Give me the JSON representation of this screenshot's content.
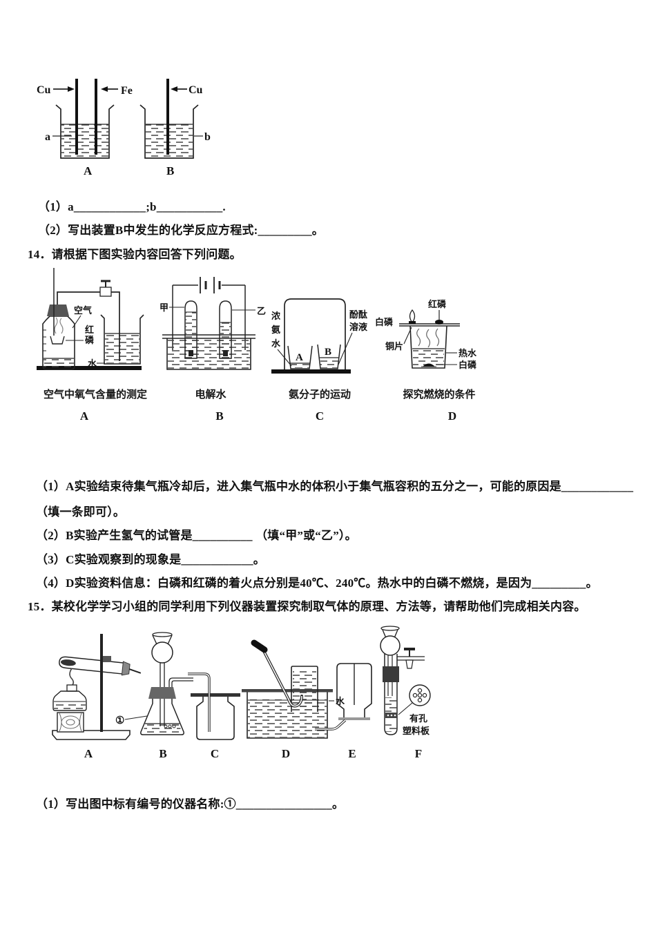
{
  "page": {
    "bg": "#ffffff",
    "ink": "#111111"
  },
  "q13": {
    "diagram": {
      "electrode_left": "Cu",
      "electrode_middle": "Fe",
      "electrode_right": "Cu",
      "solution_a": "a",
      "solution_b": "b",
      "beaker_letters": [
        "A",
        "B"
      ]
    },
    "lines": [
      "（1）a____________;b___________.",
      "（2）写出装置B中发生的化学反应方程式:_________。"
    ]
  },
  "q14": {
    "stem": "14．请根据下图实验内容回答下列问题。",
    "captions": [
      "空气中氧气含量的测定",
      "电解水",
      "氨分子的运动",
      "探究燃烧的条件"
    ],
    "letters": [
      "A",
      "B",
      "C",
      "D"
    ],
    "labels_a": {
      "air": "空气",
      "red_p_1": "红",
      "red_p_2": "磷",
      "water": "水"
    },
    "labels_b": {
      "tube_left": "甲",
      "tube_right": "乙"
    },
    "labels_c": {
      "conc_1": "浓",
      "conc_2": "氨",
      "conc_3": "水",
      "phen_1": "酚酞",
      "phen_2": "溶液",
      "beaker_a": "A",
      "beaker_b": "B"
    },
    "labels_d": {
      "red_p": "红磷",
      "white_p_top": "白磷",
      "copper_sheet": "铜片",
      "hot_water": "热水",
      "white_p_bottom": "白磷"
    },
    "questions": [
      "（1）A实验结束待集气瓶冷却后，进入集气瓶中水的体积小于集气瓶容积的五分之一，可能的原因是____________",
      "（填一条即可）。",
      "（2）B实验产生氢气的试管是__________ （填“甲”或“乙”）。",
      "（3）C实验观察到的现象是____________。",
      "（4）D实验资料信息：白磷和红磷的着火点分别是40℃、240℃。热水中的白磷不燃烧，是因为_________。"
    ]
  },
  "q15": {
    "stem": "15．某校化学学习小组的同学利用下列仪器装置探究制取气体的原理、方法等，请帮助他们完成相关内容。",
    "labels": {
      "circle_one": "①",
      "water": "水",
      "plate_1": "有孔",
      "plate_2": "塑料板"
    },
    "letters": [
      "A",
      "B",
      "C",
      "D",
      "E",
      "F"
    ],
    "question": "（1）写出图中标有编号的仪器名称:①________________。"
  }
}
